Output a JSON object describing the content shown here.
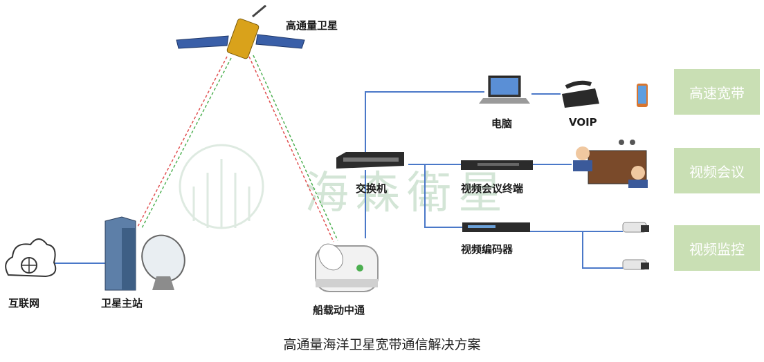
{
  "nodes": {
    "satellite": "高通量卫星",
    "pc": "电脑",
    "voip": "VOIP",
    "switch": "交换机",
    "video_terminal": "视频会议终端",
    "encoder": "视频编码器",
    "internet": "互联网",
    "ground_station": "卫星主站",
    "vsat": "船载动中通"
  },
  "services": [
    "高速宽带",
    "视频会议",
    "视频监控"
  ],
  "watermark": "海森衛星",
  "caption": "高通量海洋卫星宽带通信解决方案",
  "colors": {
    "link": "#4a78c8",
    "beam_red": "#e05050",
    "beam_green": "#4caf50",
    "service_box": "#c9dfb4"
  }
}
